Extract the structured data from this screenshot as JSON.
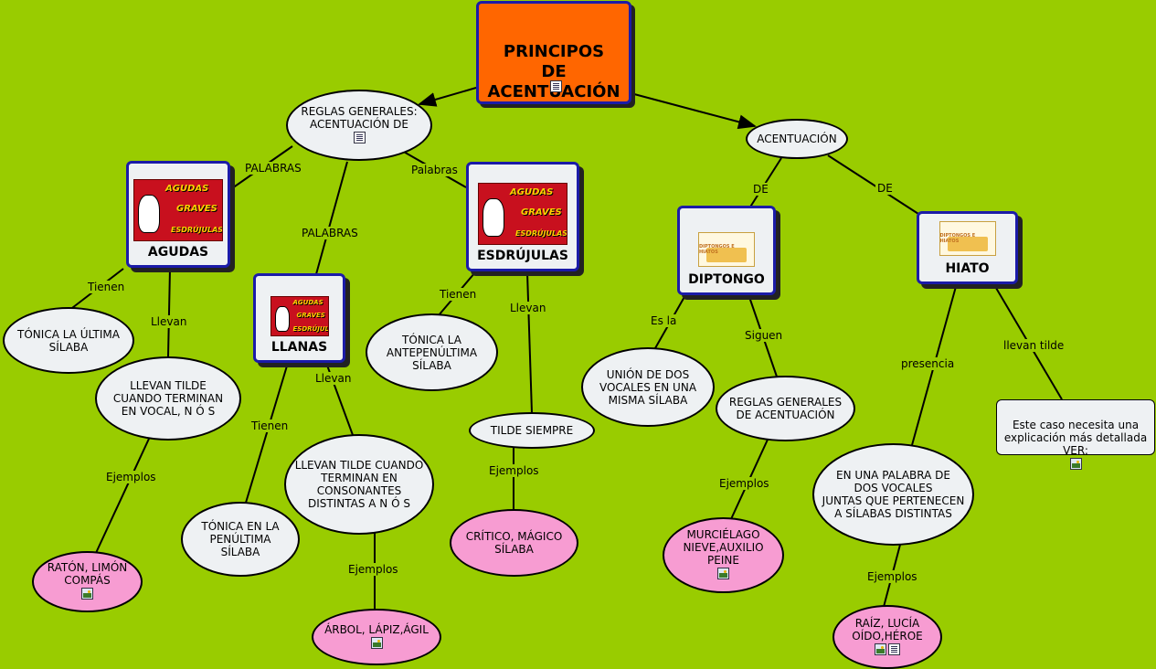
{
  "title": "PRINCIPOS\nDE\nACENTUACIÓN",
  "nodes": {
    "reglas_generales": "REGLAS GENERALES:\nACENTUACIÓN DE",
    "acentuacion": "ACENTUACIÓN",
    "agudas": "AGUDAS",
    "llanas": "LLANAS",
    "esdrujulas": "ESDRÚJULAS",
    "diptongo": "DIPTONGO",
    "hiato": "HIATO",
    "tonica_ultima": "TÓNICA LA ÚLTIMA\nSÍLABA",
    "llevan_tilde_agudas": "LLEVAN TILDE\nCUANDO TERMINAN\nEN VOCAL, N Ó S",
    "raton": "RATÓN, LIMÓN\nCOMPÁS",
    "tonica_penultima": "TÓNICA EN LA\nPENÚLTIMA\nSÍLABA",
    "llevan_tilde_llanas": "LLEVAN TILDE CUANDO\nTERMINAN EN\nCONSONANTES\nDISTINTAS A N Ó S",
    "arbol": "ÁRBOL, LÁPIZ,ÁGIL",
    "tonica_antepenultima": "TÓNICA LA\nANTEPENÚLTIMA\nSÍLABA",
    "tilde_siempre": "TILDE SIEMPRE",
    "critico": "CRÍTICO, MÁGICO\nSÍLABA",
    "union": "UNIÓN DE DOS\nVOCALES EN UNA\nMISMA SÍLABA",
    "reglas_generales_acentuacion": "REGLAS GENERALES\nDE ACENTUACIÓN",
    "murcielago": "MURCIÉLAGO\nNIEVE,AUXILIO\nPEINE",
    "en_una_palabra": "EN UNA PALABRA DE\nDOS VOCALES\nJUNTAS QUE PERTENECEN\nA SÍLABAS DISTINTAS",
    "raiz": "RAÍZ, LUCÍA\nOÍDO,HÉROE",
    "explicacion": "Este caso necesita una\nexplicación más detallada\nVER:"
  },
  "image_text": {
    "agudas": "AGUDAS",
    "graves": "GRAVES",
    "esdrujulas": "ESDRÚJULAS",
    "diptongos_hiatos": "DIPTONGOS E HIATOS"
  },
  "labels": {
    "palabras_agudas": "PALABRAS",
    "palabras_llanas": "PALABRAS",
    "palabras_esdrujulas": "Palabras",
    "de_diptongo": "DE",
    "de_hiato": "DE",
    "tienen_agudas": "Tienen",
    "llevan_agudas": "Llevan",
    "ejemplos_agudas": "Ejemplos",
    "tienen_llanas": "Tienen",
    "llevan_llanas": "Llevan",
    "ejemplos_llanas": "Ejemplos",
    "tienen_esdrujulas": "Tienen",
    "llevan_esdrujulas": "Llevan",
    "ejemplos_esdrujulas": "Ejemplos",
    "es_la": "Es la",
    "siguen": "Siguen",
    "ejemplos_diptongo": "Ejemplos",
    "presencia": "presencia",
    "llevan_tilde": "llevan tilde",
    "ejemplos_hiato": "Ejemplos"
  },
  "colors": {
    "background": "#99cc00",
    "title_fill": "#ff6600",
    "box_border": "#1b1ba8",
    "example_fill": "#f79cd2",
    "node_fill": "#eef1f3"
  },
  "icons": [
    "document-icon",
    "image-icon"
  ]
}
